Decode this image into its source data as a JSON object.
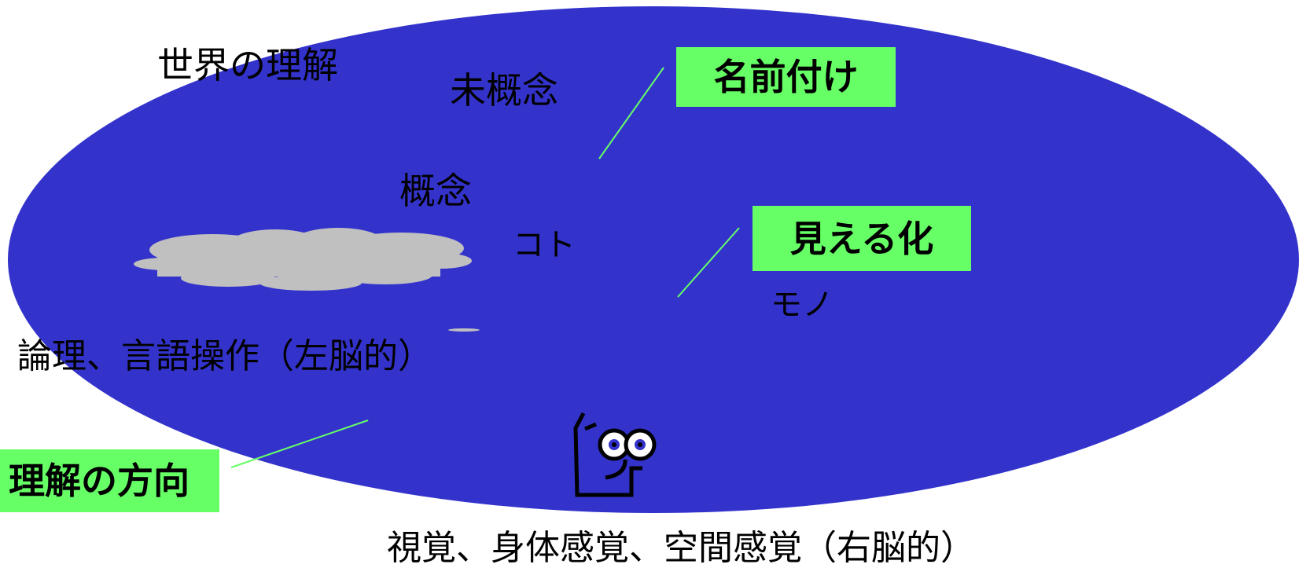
{
  "colors": {
    "ellipse_fill": "#3333cc",
    "highlight_box": "#66ff66",
    "leader_line": "#66ff66",
    "cloud": "#c0c0c0"
  },
  "labels": {
    "world_understanding": "世界の理解",
    "unconcept": "未概念",
    "concept": "概念",
    "koto": "コト",
    "mono": "モノ",
    "left_brain": "論理、言語操作（左脳的）",
    "right_brain": "視覚、身体感覚、空間感覚（右脳的）"
  },
  "boxes": {
    "naming": "名前付け",
    "visualization": "見える化",
    "understanding_direction": "理解の方向"
  },
  "icons": {
    "cloud": "cloud-icon",
    "thinking_face": "thinking-face-icon"
  }
}
